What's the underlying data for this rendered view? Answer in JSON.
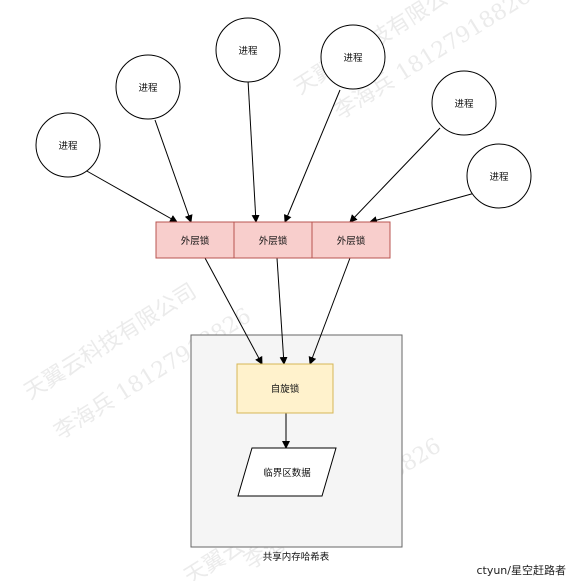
{
  "nodes": {
    "processes": [
      "进程",
      "进程",
      "进程",
      "进程",
      "进程",
      "进程"
    ],
    "outer_locks": [
      "外层锁",
      "外层锁",
      "外层锁"
    ],
    "spin_lock": "自旋锁",
    "critical_data": "临界区数据",
    "container_caption": "共享内存哈希表"
  },
  "watermark": {
    "line1": "天翼云科技有限公司",
    "line2": "李海兵 18127918826"
  },
  "credit": "ctyun/星空赶路者",
  "colors": {
    "outer_lock_fill": "#f8cecc",
    "outer_lock_stroke": "#b85450",
    "spin_lock_fill": "#fff2cc",
    "spin_lock_stroke": "#d6b656",
    "container_fill": "#f5f5f5",
    "container_stroke": "#666666"
  }
}
